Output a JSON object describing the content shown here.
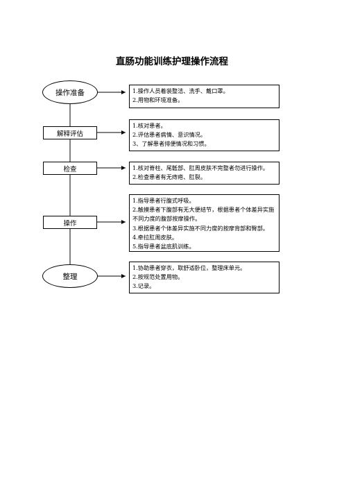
{
  "title": "直肠功能训练护理操作流程",
  "steps": [
    {
      "label": "操作准备",
      "shape": "oval",
      "details": [
        "1.操作人员着装整洁、洗手、戴口罩。",
        "2.用物和环境准备。"
      ]
    },
    {
      "label": "解释评估",
      "shape": "rect",
      "details": [
        "1.核对患者。",
        "2.评估患者病情、意识情况。",
        "3、了解患者排便情况和习惯。"
      ]
    },
    {
      "label": "检查",
      "shape": "rect",
      "details": [
        "1.核对脊柱、尾骶部、肛周皮肤不完整者勿进行操作。",
        "2.检查患者有无痔疮、肛裂。"
      ]
    },
    {
      "label": "操作",
      "shape": "rect",
      "details": [
        "1.指导患者行腹式呼吸。",
        "2.触摸患者下腹部有无大便结节，根据患者个体差异实施不同力度的腹部按摩操作。",
        "3.根据患者个体差异实施不同力度的按摩背部和臀部。",
        "4.牵拉肛周皮肤。",
        "5.指导患者盆底肌训练。"
      ]
    },
    {
      "label": "整理",
      "shape": "oval",
      "details": [
        "1.协助患者穿衣，取舒适卧位，整理床单元。",
        "2.按规范处置用物。",
        "3.记录。"
      ]
    }
  ]
}
